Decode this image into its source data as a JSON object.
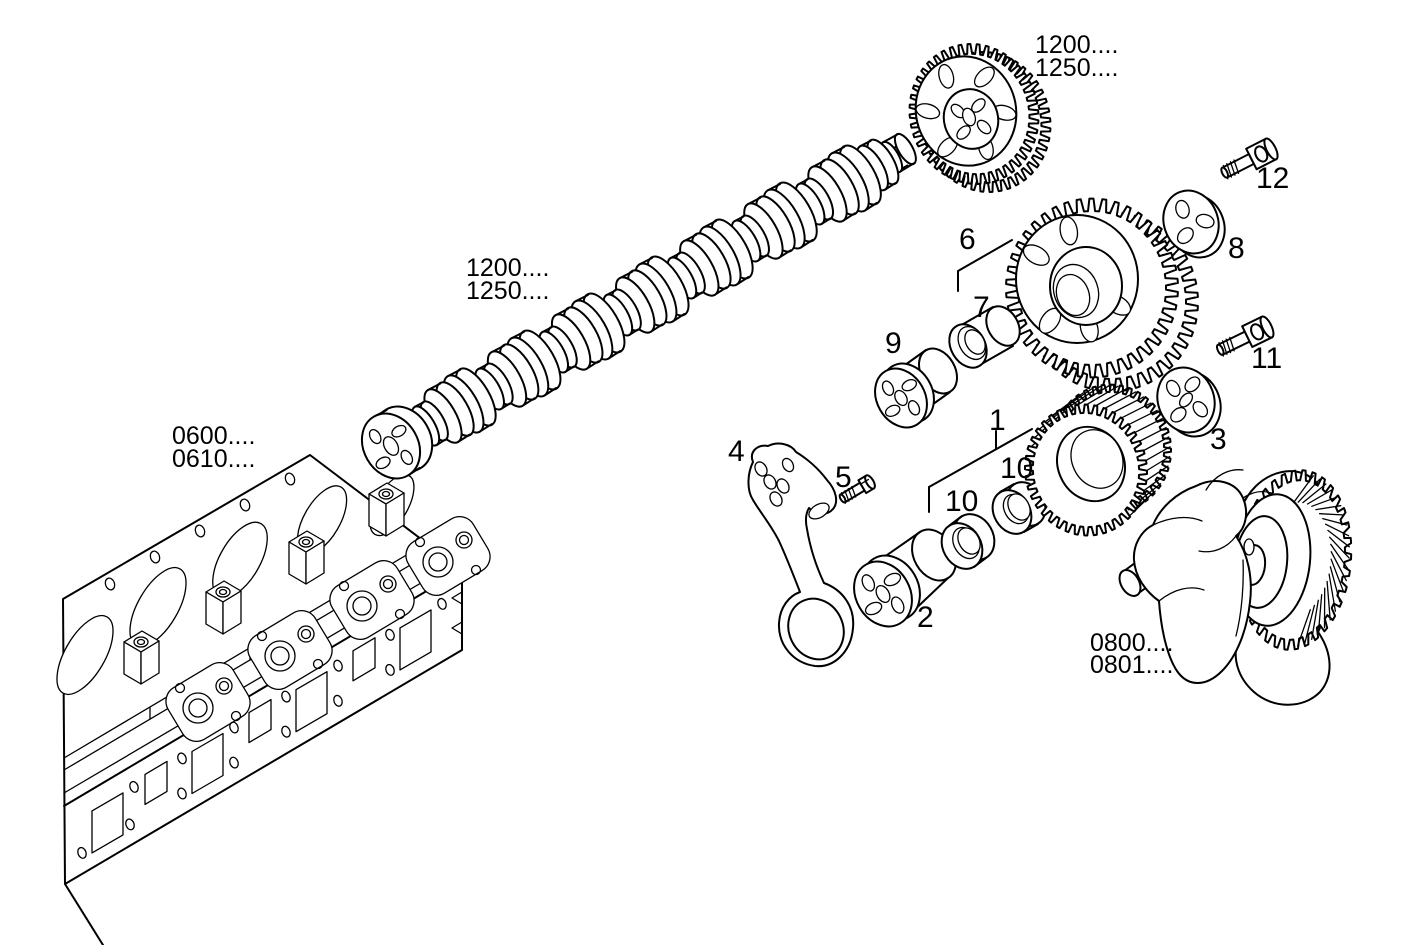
{
  "figure": {
    "background": "#ffffff",
    "line_color": "#000000"
  },
  "section_labels": [
    {
      "line1": "1200....",
      "line2": "1250...."
    },
    {
      "line1": "1200....",
      "line2": "1250...."
    },
    {
      "line1": "0600....",
      "line2": "0610...."
    },
    {
      "line1": "0800....",
      "line2": "0801...."
    }
  ],
  "callouts": [
    "1",
    "2",
    "3",
    "4",
    "5",
    "6",
    "7",
    "8",
    "9",
    "10",
    "10",
    "11",
    "12"
  ]
}
